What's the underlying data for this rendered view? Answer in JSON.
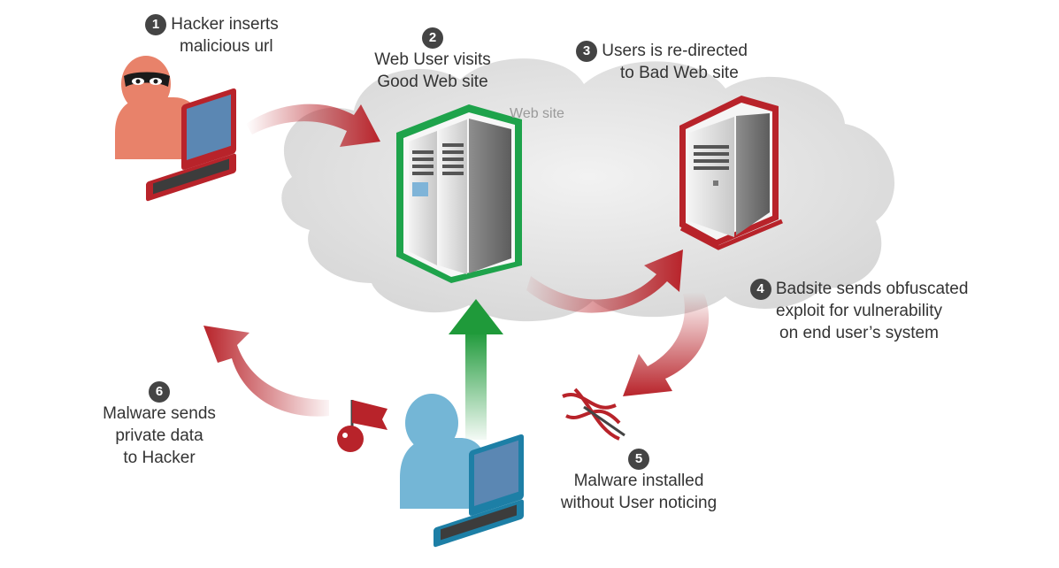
{
  "steps": [
    {
      "number": "1",
      "lines": [
        "Hacker inserts",
        "malicious url"
      ]
    },
    {
      "number": "2",
      "lines": [
        "Web User visits",
        "Good Web site"
      ]
    },
    {
      "number": "3",
      "lines": [
        "Users is re-directed",
        "to Bad Web site"
      ]
    },
    {
      "number": "4",
      "lines": [
        "Badsite sends obfuscated",
        "exploit for vulnerability",
        "on end user’s system"
      ]
    },
    {
      "number": "5",
      "lines": [
        "Malware installed",
        "without User noticing"
      ]
    },
    {
      "number": "6",
      "lines": [
        "Malware sends",
        "private data",
        "to Hacker"
      ]
    }
  ],
  "website_label": "Web site",
  "colors": {
    "hacker": "#e8826a",
    "hacker_outline": "#b8232a",
    "user": "#74b6d6",
    "user_outline": "#1d7fa6",
    "good_server_outline": "#1ea34b",
    "bad_server_outline": "#b8232a",
    "red_arrow": "#b8232a",
    "green_arrow": "#1f9a3a",
    "cloud": "#e4e4e4",
    "badge": "#444444"
  },
  "icons": [
    "hacker-icon",
    "laptop-icon",
    "good-server-icon",
    "bad-server-icon",
    "user-icon",
    "malware-icon",
    "data-flag-icon"
  ]
}
